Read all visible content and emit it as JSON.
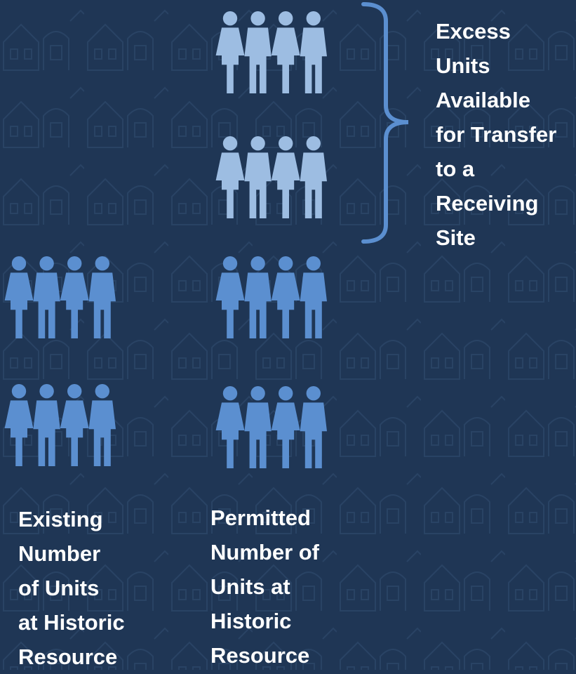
{
  "colors": {
    "background": "#1f3655",
    "excess_people": "#9dbde2",
    "people": "#5b8fd0",
    "bracket": "#5b8fd0",
    "text": "#ffffff"
  },
  "icons": {
    "group": "four-people-icon"
  },
  "labels": {
    "excess": "Excess\nUnits\nAvailable\nfor Transfer\nto a\nReceiving\nSite",
    "existing": "Existing\nNumber\nof Units\nat Historic\nResource",
    "permitted": "Permitted\nNumber of\nUnits at\nHistoric\nResource"
  }
}
